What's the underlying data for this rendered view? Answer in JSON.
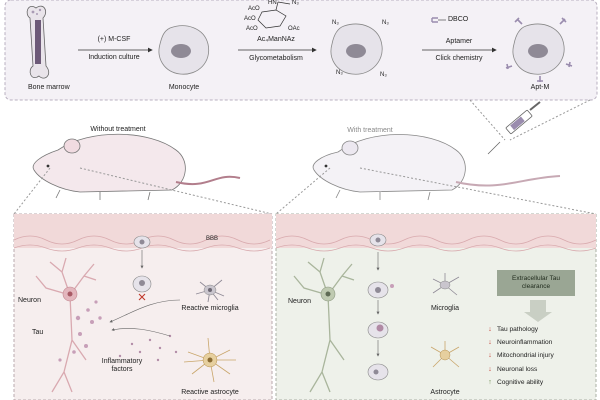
{
  "top_panel": {
    "bone_marrow": "Bone marrow",
    "step1_top": "(+) M-CSF",
    "step1_bottom": "Induction culture",
    "monocyte": "Monocyte",
    "step2_sugar_groups": [
      "AcO",
      "AcO",
      "AcO",
      "OAc"
    ],
    "step2_sugar_hn": "HN",
    "step2_sugar_n3": "N₃",
    "step2_name": "Ac₄ManNAz",
    "step2_bottom": "Glycometabolism",
    "azide_labels": [
      "N₃",
      "N₃",
      "N₃",
      "N₃"
    ],
    "step3_top": "DBCO",
    "step3_mid": "Aptamer",
    "step3_bottom": "Click chemistry",
    "aptm": "Apt-M"
  },
  "mouse_left_label": "Without treatment",
  "mouse_right_label": "With treatment",
  "left_panel": {
    "bbb": "BBB",
    "neuron": "Neuron",
    "tau": "Tau",
    "inflammatory": "Inflammatory",
    "factors": "factors",
    "reactive_microglia": "Reactive microglia",
    "reactive_astrocyte": "Reactive astrocyte"
  },
  "right_panel": {
    "neuron": "Neuron",
    "microglia": "Microglia",
    "astrocyte": "Astrocyte",
    "summary_line1": "Extracellular Tau",
    "summary_line2": "clearance",
    "effects": [
      {
        "text": "Tau pathology",
        "dir": "down"
      },
      {
        "text": "Neuroinflammation",
        "dir": "down"
      },
      {
        "text": "Mitochondrial injury",
        "dir": "down"
      },
      {
        "text": "Neuronal loss",
        "dir": "down"
      },
      {
        "text": "Cognitive ability",
        "dir": "up"
      }
    ]
  },
  "colors": {
    "panel_top_bg": "#f4f1f6",
    "panel_left_bg": "#f6eeee",
    "panel_right_bg": "#eef1ea",
    "bbb_band": "#f1d9d9",
    "cell_fill": "#e6e3ea",
    "nucleus": "#8f8a96",
    "neuron_left": "#d9a9b0",
    "neuron_right": "#a9b59c",
    "tau_dot": "#c79fb8",
    "aptamer": "#9a8cae",
    "summary_box": "#9aa694",
    "down_arrow": "#c0392b",
    "up_arrow": "#6a8a4a"
  }
}
